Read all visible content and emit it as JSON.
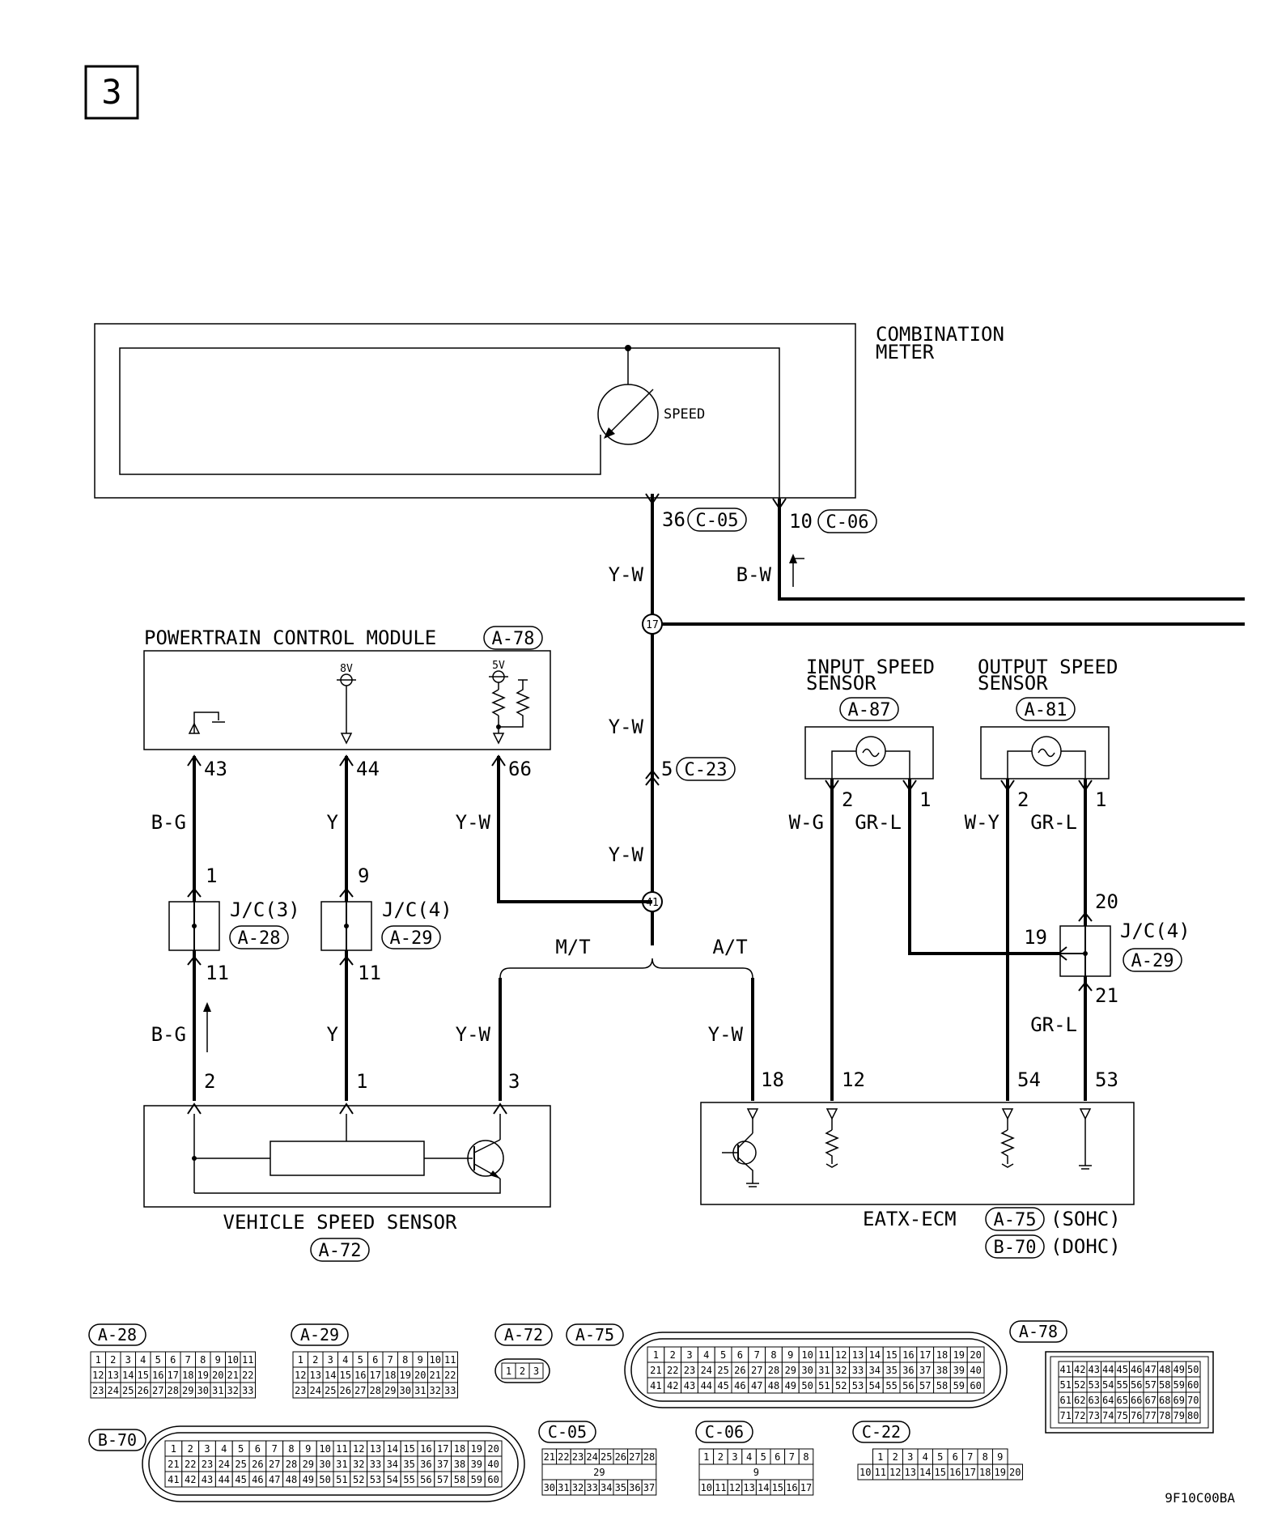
{
  "page_number": "3",
  "figure_code": "9F10C00BA",
  "combination_meter": {
    "title_line1": "COMBINATION",
    "title_line2": "METER",
    "gauge_label": "SPEED"
  },
  "meter_connectors": {
    "speed_pin": "36",
    "speed_connector": "C-05",
    "pin10": "10",
    "pin10_connector": "C-06"
  },
  "wire_colors": {
    "meter_speed": "Y-W",
    "meter_pin10": "B-W",
    "trunk_upper": "Y-W",
    "trunk_lower": "Y-W",
    "pcm_43": "B-G",
    "pcm_44": "Y",
    "pcm_66": "Y-W",
    "vss_2": "B-G",
    "vss_1": "Y",
    "vss_3": "Y-W",
    "at_18": "Y-W",
    "iss_2": "W-G",
    "iss_1": "GR-L",
    "oss_2": "W-Y",
    "oss_1": "GR-L",
    "oss_jc_out": "GR-L"
  },
  "splices": {
    "upper": "17",
    "lower": "41"
  },
  "trunk_connector": {
    "pin": "5",
    "connector": "C-23"
  },
  "pcm": {
    "title": "POWERTRAIN CONTROL MODULE",
    "connector": "A-78",
    "supply_8v": "8V",
    "supply_5v": "5V",
    "pin43": "43",
    "pin44": "44",
    "pin66": "66"
  },
  "jc3": {
    "label": "J/C(3)",
    "connector": "A-28",
    "pin_in": "1",
    "pin_out": "11"
  },
  "jc4_left": {
    "label": "J/C(4)",
    "connector": "A-29",
    "pin_in": "9",
    "pin_out": "11"
  },
  "jc4_right": {
    "label": "J/C(4)",
    "connector": "A-29",
    "pin_in": "20",
    "pin_side": "19",
    "pin_out": "21"
  },
  "branch": {
    "mt": "M/T",
    "at": "A/T"
  },
  "input_speed_sensor": {
    "line1": "INPUT SPEED",
    "line2": "SENSOR",
    "connector": "A-87",
    "pin2": "2",
    "pin1": "1"
  },
  "output_speed_sensor": {
    "line1": "OUTPUT SPEED",
    "line2": "SENSOR",
    "connector": "A-81",
    "pin2": "2",
    "pin1": "1"
  },
  "vss": {
    "title": "VEHICLE SPEED SENSOR",
    "connector": "A-72",
    "pin2": "2",
    "pin1": "1",
    "pin3": "3"
  },
  "eatx": {
    "title": "EATX-ECM",
    "connector_sohc": "A-75",
    "note_sohc": "(SOHC)",
    "connector_dohc": "B-70",
    "note_dohc": "(DOHC)",
    "pin18": "18",
    "pin12": "12",
    "pin54": "54",
    "pin53": "53"
  },
  "connector_faces": [
    {
      "id": "A-28",
      "rows": [
        [
          "1",
          "2",
          "3",
          "4",
          "5",
          "6",
          "7",
          "8",
          "9",
          "10",
          "11"
        ],
        [
          "12",
          "13",
          "14",
          "15",
          "16",
          "17",
          "18",
          "19",
          "20",
          "21",
          "22"
        ],
        [
          "23",
          "24",
          "25",
          "26",
          "27",
          "28",
          "29",
          "30",
          "31",
          "32",
          "33"
        ]
      ]
    },
    {
      "id": "A-29",
      "rows": [
        [
          "1",
          "2",
          "3",
          "4",
          "5",
          "6",
          "7",
          "8",
          "9",
          "10",
          "11"
        ],
        [
          "12",
          "13",
          "14",
          "15",
          "16",
          "17",
          "18",
          "19",
          "20",
          "21",
          "22"
        ],
        [
          "23",
          "24",
          "25",
          "26",
          "27",
          "28",
          "29",
          "30",
          "31",
          "32",
          "33"
        ]
      ]
    },
    {
      "id": "A-72",
      "rows": [
        [
          "1",
          "2",
          "3"
        ]
      ]
    },
    {
      "id": "A-75",
      "rows": [
        [
          "1",
          "2",
          "3",
          "4",
          "5",
          "6",
          "7",
          "8",
          "9",
          "10",
          "11",
          "12",
          "13",
          "14",
          "15",
          "16",
          "17",
          "18",
          "19",
          "20"
        ],
        [
          "21",
          "22",
          "23",
          "24",
          "25",
          "26",
          "27",
          "28",
          "29",
          "30",
          "31",
          "32",
          "33",
          "34",
          "35",
          "36",
          "37",
          "38",
          "39",
          "40"
        ],
        [
          "41",
          "42",
          "43",
          "44",
          "45",
          "46",
          "47",
          "48",
          "49",
          "50",
          "51",
          "52",
          "53",
          "54",
          "55",
          "56",
          "57",
          "58",
          "59",
          "60"
        ]
      ]
    },
    {
      "id": "A-78",
      "rows": [
        [
          "41",
          "42",
          "43",
          "44",
          "45",
          "46",
          "47",
          "48",
          "49",
          "50"
        ],
        [
          "51",
          "52",
          "53",
          "54",
          "55",
          "56",
          "57",
          "58",
          "59",
          "60"
        ],
        [
          "61",
          "62",
          "63",
          "64",
          "65",
          "66",
          "67",
          "68",
          "69",
          "70"
        ],
        [
          "71",
          "72",
          "73",
          "74",
          "75",
          "76",
          "77",
          "78",
          "79",
          "80"
        ]
      ]
    },
    {
      "id": "B-70",
      "rows": [
        [
          "1",
          "2",
          "3",
          "4",
          "5",
          "6",
          "7",
          "8",
          "9",
          "10",
          "11",
          "12",
          "13",
          "14",
          "15",
          "16",
          "17",
          "18",
          "19",
          "20"
        ],
        [
          "21",
          "22",
          "23",
          "24",
          "25",
          "26",
          "27",
          "28",
          "29",
          "30",
          "31",
          "32",
          "33",
          "34",
          "35",
          "36",
          "37",
          "38",
          "39",
          "40"
        ],
        [
          "41",
          "42",
          "43",
          "44",
          "45",
          "46",
          "47",
          "48",
          "49",
          "50",
          "51",
          "52",
          "53",
          "54",
          "55",
          "56",
          "57",
          "58",
          "59",
          "60"
        ]
      ]
    },
    {
      "id": "C-05",
      "rows": [
        [
          "21",
          "22",
          "23",
          "24",
          "25",
          "26",
          "27",
          "28"
        ],
        [
          "29"
        ],
        [
          "30",
          "31",
          "32",
          "33",
          "34",
          "35",
          "36",
          "37"
        ]
      ]
    },
    {
      "id": "C-06",
      "rows": [
        [
          "1",
          "2",
          "3",
          "4",
          "5",
          "6",
          "7",
          "8"
        ],
        [
          "9"
        ],
        [
          "10",
          "11",
          "12",
          "13",
          "14",
          "15",
          "16",
          "17"
        ]
      ]
    },
    {
      "id": "C-22",
      "rows": [
        [
          "1",
          "2",
          "3",
          "4",
          "5",
          "6",
          "7",
          "8",
          "9"
        ],
        [
          "10",
          "11",
          "12",
          "13",
          "14",
          "15",
          "16",
          "17",
          "18",
          "19",
          "20"
        ]
      ]
    }
  ]
}
